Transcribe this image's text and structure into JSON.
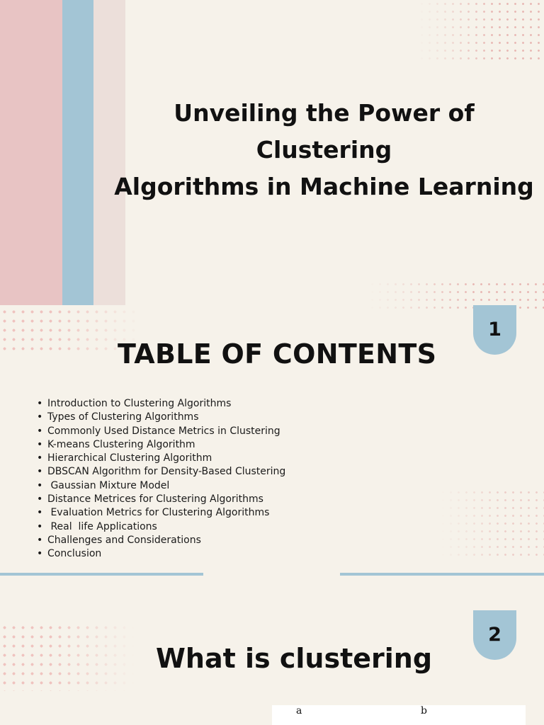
{
  "colors": {
    "background": "#f6f2ea",
    "stripe_pink": "#e8c4c4",
    "stripe_blue": "#a3c5d5",
    "stripe_beige": "#ecdfda",
    "badge": "#a3c5d5",
    "dots": "#e8b9b5"
  },
  "cover": {
    "title_line1": "Unveiling the Power of Clustering",
    "title_line2": "Algorithms in Machine Learning"
  },
  "toc_page": {
    "page_number": "1",
    "heading": "TABLE OF CONTENTS",
    "items": [
      "Introduction to Clustering Algorithms",
      "Types of Clustering Algorithms",
      "Commonly Used Distance Metrics in Clustering",
      "K-means Clustering Algorithm",
      "Hierarchical Clustering Algorithm",
      "DBSCAN Algorithm for Density-Based Clustering",
      " Gaussian Mixture Model",
      "Distance Metrices for Clustering Algorithms",
      " Evaluation Metrics for Clustering Algorithms",
      " Real  life Applications",
      "Challenges and Considerations",
      "Conclusion"
    ]
  },
  "section_page": {
    "page_number": "2",
    "heading": "What is clustering",
    "figure_label_a": "a",
    "figure_label_b": "b"
  },
  "icons": {
    "list_bullet": "bullet-icon"
  }
}
